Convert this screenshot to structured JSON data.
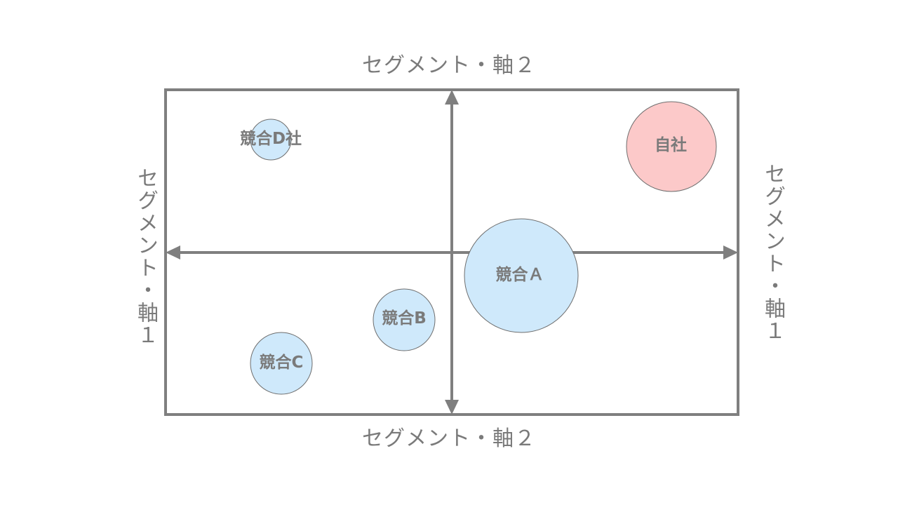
{
  "axes": {
    "top_label": "セグメント・軸２",
    "bottom_label": "セグメント・軸２",
    "left_label": "セグメント・軸１",
    "right_label": "セグメント・軸１"
  },
  "colors": {
    "frame": "#7f7f7f",
    "competitor_fill": "#cfe9fb",
    "own_company_fill": "#fcc9c9",
    "bubble_stroke": "#6e6e6e",
    "label": "#7a7a7a"
  },
  "bubbles": [
    {
      "id": "competitor-d",
      "label": "競合D社",
      "type": "competitor"
    },
    {
      "id": "own-company",
      "label": "自社",
      "type": "own"
    },
    {
      "id": "competitor-a",
      "label": "競合Ａ",
      "type": "competitor"
    },
    {
      "id": "competitor-b",
      "label": "競合B",
      "type": "competitor"
    },
    {
      "id": "competitor-c",
      "label": "競合C",
      "type": "competitor"
    }
  ]
}
